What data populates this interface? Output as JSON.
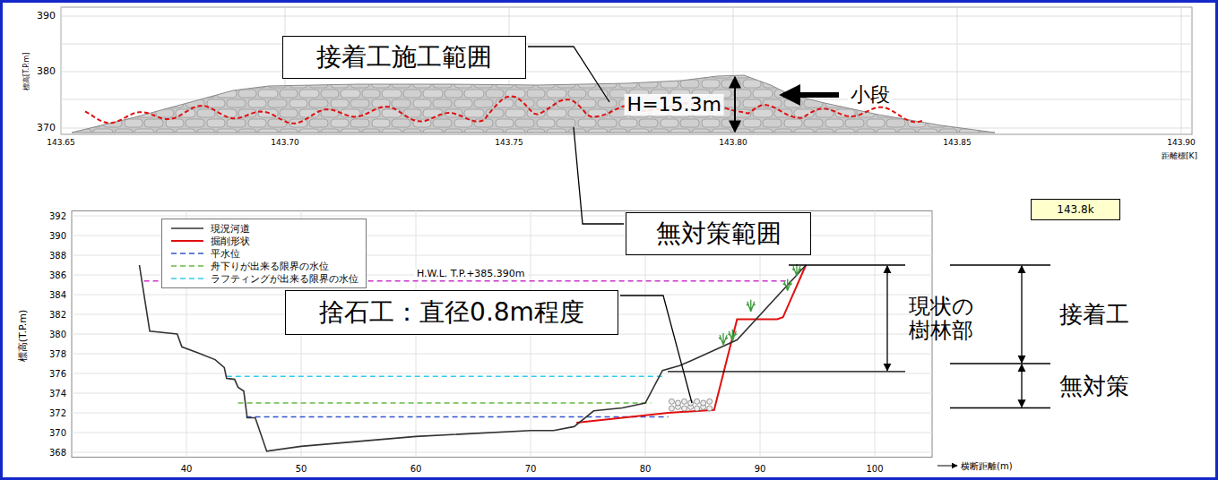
{
  "diagram": {
    "nodes": [
      {
        "text": [
          "接着工施工範囲"
        ]
      },
      {
        "text": [
          "無対策範囲"
        ]
      },
      {
        "text": [
          "捨石工：直径0.8m程度"
        ]
      },
      {
        "text": [
          "143.8k"
        ]
      }
    ],
    "labels": [
      "390",
      "380",
      "370",
      "標高[T.P.m]",
      "143.65",
      "143.70",
      "143.75",
      "143.80",
      "143.85",
      "143.90",
      "距離標[K]",
      "H=15.3m",
      "小段",
      "392",
      "390",
      "388",
      "386",
      "384",
      "382",
      "380",
      "378",
      "376",
      "374",
      "372",
      "370",
      "368",
      "標高(T.P.m)",
      "40",
      "50",
      "60",
      "70",
      "80",
      "90",
      "100",
      "横断距離(m)",
      "H.W.L.  T.P.+385.390m",
      "現状の 樹林部",
      "接着工",
      "無対策"
    ],
    "legend": [
      {
        "text": "現況河道"
      },
      {
        "text": "掘削形状"
      },
      {
        "text": "平水位"
      },
      {
        "text": "舟下りが出来る限界の水位"
      },
      {
        "text": "ラフティングが出来る限界の水位"
      }
    ]
  }
}
